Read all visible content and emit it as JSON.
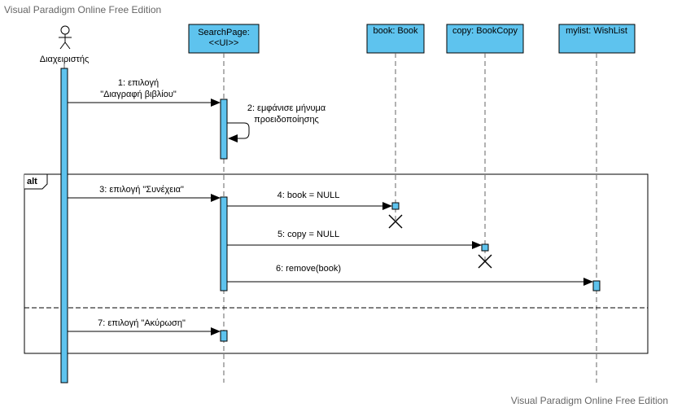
{
  "watermark_top": "Visual Paradigm Online Free Edition",
  "watermark_bottom": "Visual Paradigm Online Free Edition",
  "actor": {
    "name": "Διαχειριστής"
  },
  "lifelines": [
    {
      "id": "searchpage",
      "line1": "SearchPage:",
      "line2": "<<UI>>"
    },
    {
      "id": "book",
      "line1": "book: Book"
    },
    {
      "id": "copy",
      "line1": "copy: BookCopy"
    },
    {
      "id": "mylist",
      "line1": "mylist: WishList"
    }
  ],
  "messages": [
    {
      "n": 1,
      "line1": "1: επιλογή",
      "line2": "\"Διαγραφή βιβλίου\""
    },
    {
      "n": 2,
      "line1": "2: εμφάνισε μήνυμα",
      "line2": "προειδοποίησης"
    },
    {
      "n": 3,
      "line1": "3: επιλογή \"Συνέχεια\""
    },
    {
      "n": 4,
      "line1": "4: book = NULL"
    },
    {
      "n": 5,
      "line1": "5: copy = NULL"
    },
    {
      "n": 6,
      "line1": "6: remove(book)"
    },
    {
      "n": 7,
      "line1": "7: επιλογή \"Ακύρωση\""
    }
  ],
  "fragment": {
    "operator": "alt"
  },
  "colors": {
    "box_fill": "#5ec3ee",
    "stroke": "#000000",
    "lifeline": "#666666",
    "watermark": "#666666"
  }
}
